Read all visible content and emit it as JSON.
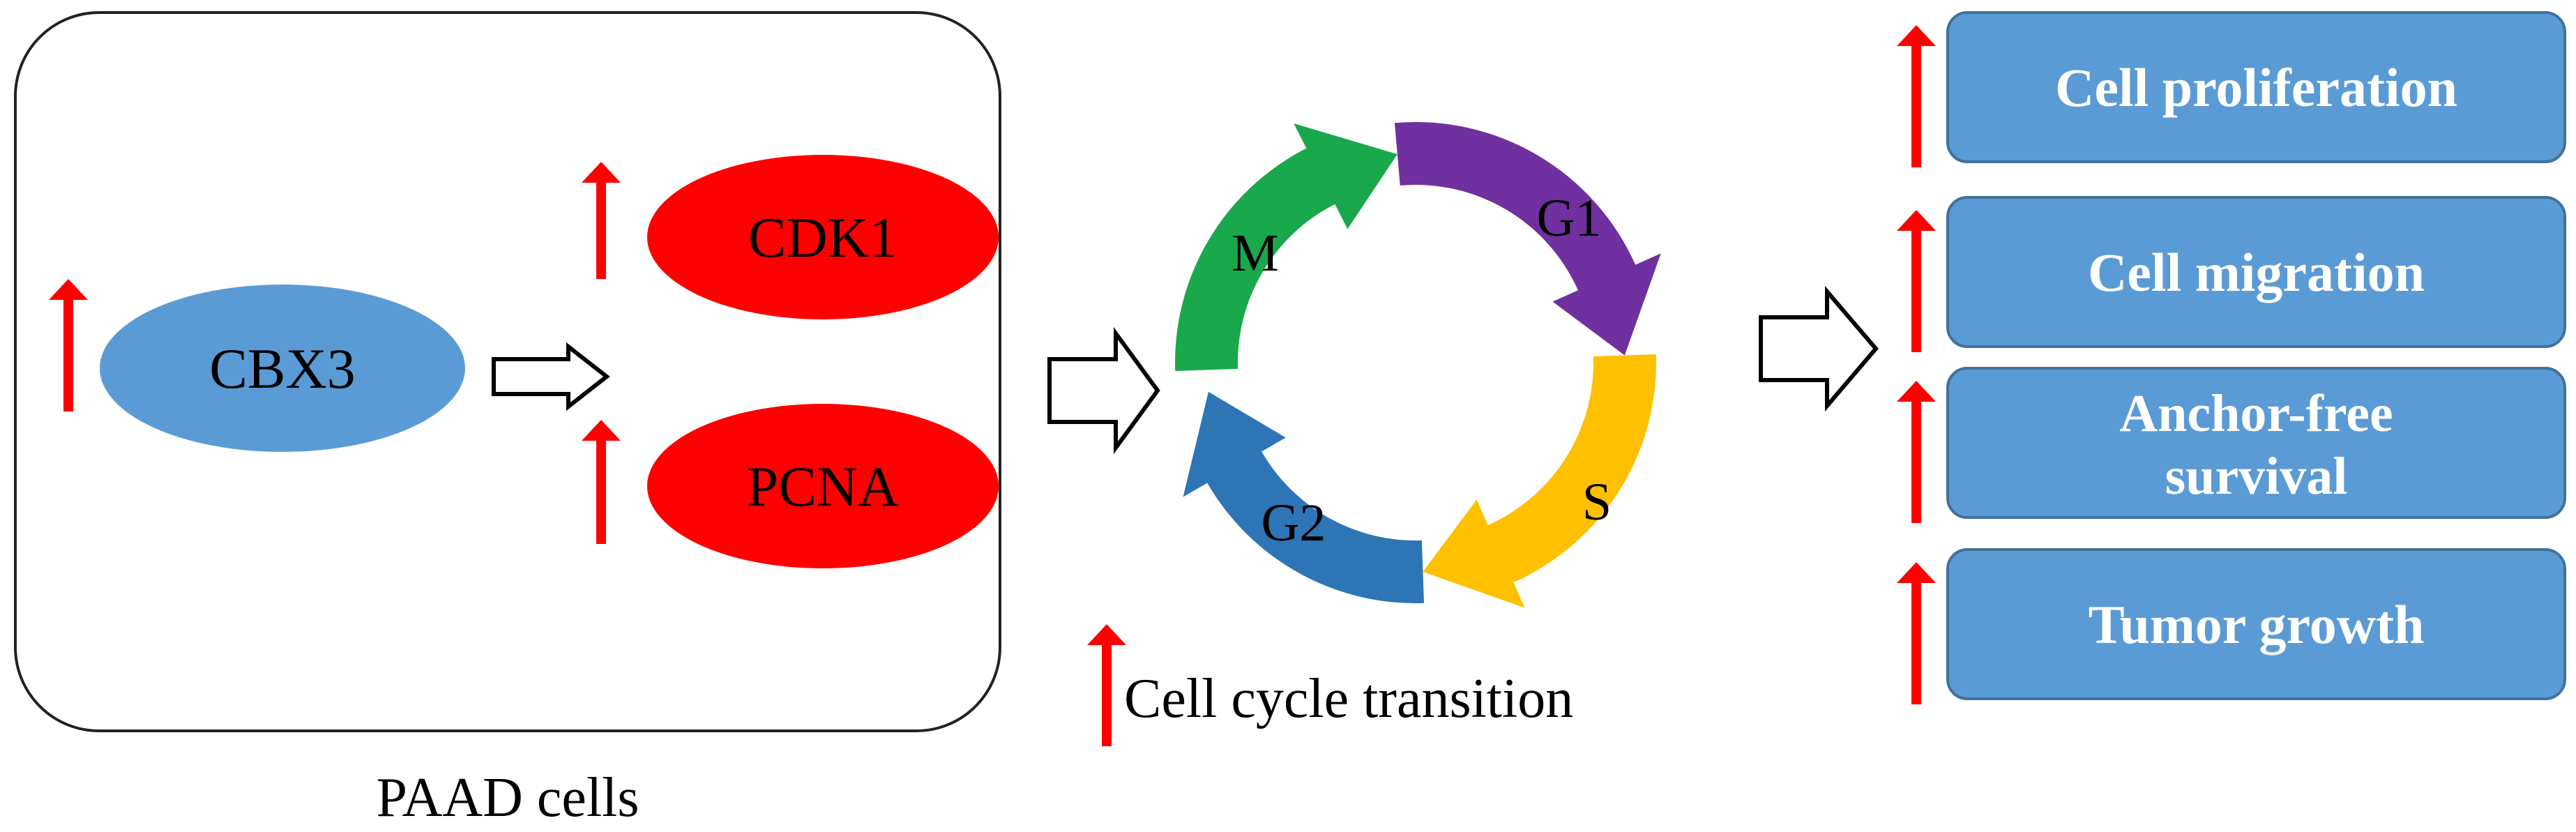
{
  "colors": {
    "up_arrow": "#ff0000",
    "oval_blue": "#5b9bd5",
    "oval_red": "#ff0000",
    "outcome_box": "#5b9bd5",
    "outcome_box_border": "#41719c",
    "phase_m": "#1aa84c",
    "phase_g1": "#7030a0",
    "phase_s": "#ffc000",
    "phase_g2": "#2e75b6"
  },
  "cell_panel": {
    "caption": "PAAD cells",
    "cbx3": "CBX3",
    "cdk1": "CDK1",
    "pcna": "PCNA"
  },
  "cell_cycle": {
    "caption": "Cell cycle transition",
    "phases": [
      "M",
      "G1",
      "S",
      "G2"
    ]
  },
  "outcomes": [
    {
      "line1": "Cell proliferation",
      "line2": ""
    },
    {
      "line1": "Cell migration",
      "line2": ""
    },
    {
      "line1": "Anchor-free",
      "line2": "survival"
    },
    {
      "line1": "Tumor growth",
      "line2": ""
    }
  ]
}
